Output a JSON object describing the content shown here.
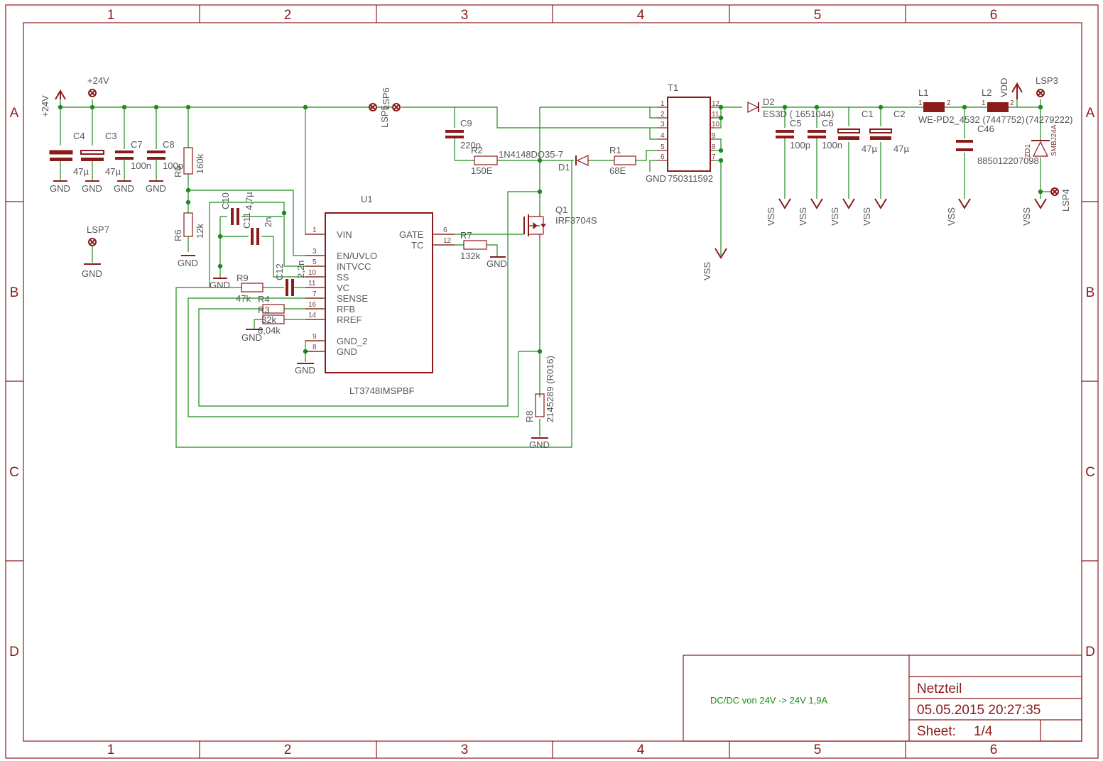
{
  "frame": {
    "columns": [
      "1",
      "2",
      "3",
      "4",
      "5",
      "6"
    ],
    "rows": [
      "A",
      "B",
      "C",
      "D"
    ]
  },
  "title_block": {
    "title": "Netzteil",
    "date": "05.05.2015 20:27:35",
    "sheet_label": "Sheet:",
    "sheet_value": "1/4",
    "description": "DC/DC von 24V -> 24V 1,9A"
  },
  "components": {
    "p24v_flag": "+24V",
    "lsp_24v": "+24V",
    "c4": "C4",
    "c4_val": "47µ",
    "c3": "C3",
    "c3_val": "47µ",
    "c7": "C7",
    "c7_val": "100n",
    "c8": "C8",
    "c8_val": "100p",
    "r5": "R5",
    "r5_val": "160k",
    "r6": "R6",
    "r6_val": "12k",
    "lsp7": "LSP7",
    "lsp5": "LSP5",
    "lsp6": "LSP6",
    "c9": "C9",
    "c9_val": "220p",
    "r2": "R2",
    "r2_val": "150E",
    "d1_part": "1N4148DO35-7",
    "d1": "D1",
    "r1": "R1",
    "r1_val": "68E",
    "t1": "T1",
    "t1_part": "750311592",
    "d2": "D2",
    "d2_part": "ES3D ( 1651044)",
    "c5": "C5",
    "c5_val": "100p",
    "c6": "C6",
    "c6_val": "100n",
    "c1": "C1",
    "c1_val": "47µ",
    "c2": "C2",
    "c2_val": "47µ",
    "l1": "L1",
    "l1_part": "WE-PD2_4532 (7447752)",
    "l2": "L2",
    "l2_part": "(74279222)",
    "c46": "C46",
    "vdd": "VDD",
    "lsp3": "LSP3",
    "lsp4": "LSP4",
    "zd1": "ZD1",
    "zd1_part": "SMBJ24A",
    "part_885": "885012207098",
    "u1": "U1",
    "u1_part": "LT3748IMSPBF",
    "q1": "Q1",
    "q1_part": "IRF3704S",
    "r7": "R7",
    "r7_val": "132k",
    "r8": "R8",
    "r8_val": "2145289 (R016)",
    "c10": "C10",
    "c10_val": "4,7µ",
    "c11": "C11",
    "c11_val": "2n",
    "c12": "C12",
    "c12_val": "2,2n",
    "r9": "R9",
    "r9_val": "47k",
    "r3": "R3",
    "r3_val": "6,04k",
    "r4": "R4",
    "r4_val": "32k",
    "gnd": "GND",
    "vss": "VSS"
  },
  "u1_pins": {
    "vin": "VIN",
    "en": "EN/UVLO",
    "intvcc": "INTVCC",
    "ss": "SS",
    "vc": "VC",
    "sense": "SENSE",
    "rfb": "RFB",
    "rref": "RREF",
    "gnd2": "GND_2",
    "gndp": "GND",
    "gate": "GATE",
    "tc": "TC",
    "n1": "1",
    "n3": "3",
    "n5": "5",
    "n10": "10",
    "n11": "11",
    "n7": "7",
    "n16": "16",
    "n14": "14",
    "n9": "9",
    "n8": "8",
    "n6": "6",
    "n12": "12"
  },
  "t1_pins": {
    "p1": "1",
    "p2": "2",
    "p3": "3",
    "p4": "4",
    "p5": "5",
    "p6": "6",
    "p12": "12",
    "p11": "11",
    "p10": "10",
    "p9": "9",
    "p8": "8",
    "p7": "7"
  },
  "pin_numbers": {
    "one": "1",
    "two": "2"
  },
  "colors": {
    "frame": "#8b1a1a",
    "wire": "#1f8a1f",
    "label": "#555555",
    "note": "#1a8a1a"
  }
}
